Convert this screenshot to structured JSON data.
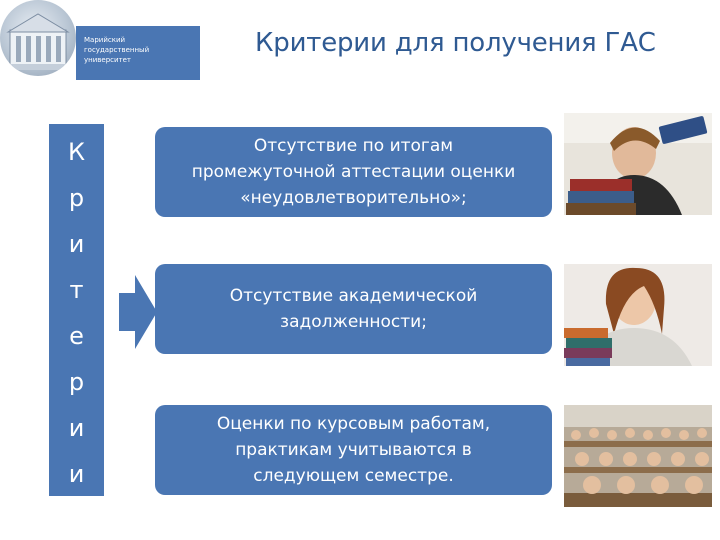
{
  "header": {
    "university_name_lines": [
      "Марийский",
      "государственный",
      "университет"
    ],
    "title": "Критерии для получения ГАС"
  },
  "vertical_word": {
    "letters": [
      "К",
      "р",
      "и",
      "т",
      "е",
      "р",
      "и",
      "и"
    ]
  },
  "criteria": [
    {
      "lines": [
        "Отсутствие по итогам",
        "промежуточной аттестации оценки",
        "«неудовлетворительно»;"
      ]
    },
    {
      "lines": [
        "Отсутствие академической",
        "задолженности;"
      ]
    },
    {
      "lines": [
        "Оценки по курсовым работам,",
        "практикам учитываются в",
        "следующем семестре."
      ]
    }
  ],
  "images": {
    "logo": "university-building-logo",
    "photo1": "student-with-books-photo",
    "photo2": "girl-with-books-photo",
    "photo3": "lecture-hall-students-photo"
  },
  "colors": {
    "accent": "#4a76b3",
    "title": "#2f5a92",
    "arrow": "#4a76b3"
  }
}
